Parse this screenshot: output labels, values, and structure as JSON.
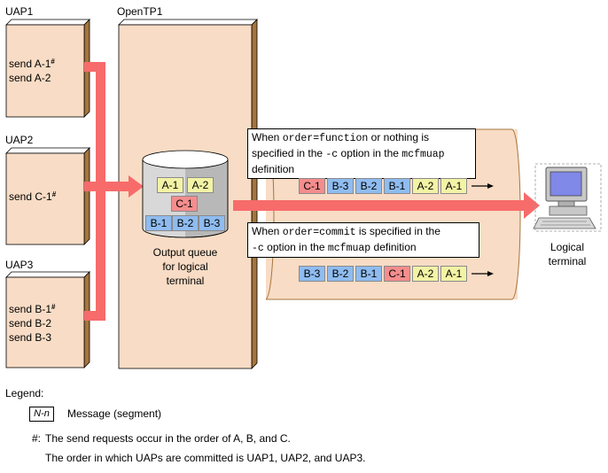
{
  "colors": {
    "arrow": "#f76b6b",
    "box_face": "#f8dcc5",
    "box_side": "#a5753e",
    "pipe": "#f8dcc5",
    "tag_A": "#f3f3a6",
    "tag_B": "#8fbcf0",
    "tag_C": "#f58d8d"
  },
  "uaps": [
    {
      "label": "UAP1",
      "lines": [
        "send A-1",
        "send A-2"
      ],
      "marks": [
        "#",
        ""
      ]
    },
    {
      "label": "UAP2",
      "lines": [
        "send C-1"
      ],
      "marks": [
        "#"
      ]
    },
    {
      "label": "UAP3",
      "lines": [
        "send B-1",
        "send B-2",
        "send B-3"
      ],
      "marks": [
        "#",
        "",
        ""
      ]
    }
  ],
  "opentp1": {
    "label": "OpenTP1"
  },
  "queue": {
    "label": "Output queue\nfor logical\nterminal",
    "row1": [
      "A-1",
      "A-2"
    ],
    "row2": [
      "C-1"
    ],
    "row3": [
      "B-1",
      "B-2",
      "B-3"
    ]
  },
  "callout1": {
    "t1": "When ",
    "c1": "order=function",
    "t2": " or nothing is",
    "t3": "specified in the ",
    "c2": "-c",
    "t4": " option in the ",
    "c3": "mcfmuap",
    "t5": "definition"
  },
  "callout2": {
    "t1": "When ",
    "c1": "order=commit",
    "t2": " is specified in the",
    "c2": "-c",
    "t3": " option in the ",
    "c3": "mcfmuap",
    "t4": " definition"
  },
  "sequence1": [
    "C-1",
    "B-3",
    "B-2",
    "B-1",
    "A-2",
    "A-1"
  ],
  "sequence2": [
    "B-3",
    "B-2",
    "B-1",
    "C-1",
    "A-2",
    "A-1"
  ],
  "terminal": {
    "label": "Logical\nterminal"
  },
  "legend": {
    "title": "Legend:",
    "sample": "N-n",
    "sample_desc": "Message (segment)",
    "note_mark": "#:",
    "note1": "The send requests occur in the order of A, B, and C.",
    "note2": "The order in which UAPs are committed is UAP1, UAP2, and UAP3."
  }
}
